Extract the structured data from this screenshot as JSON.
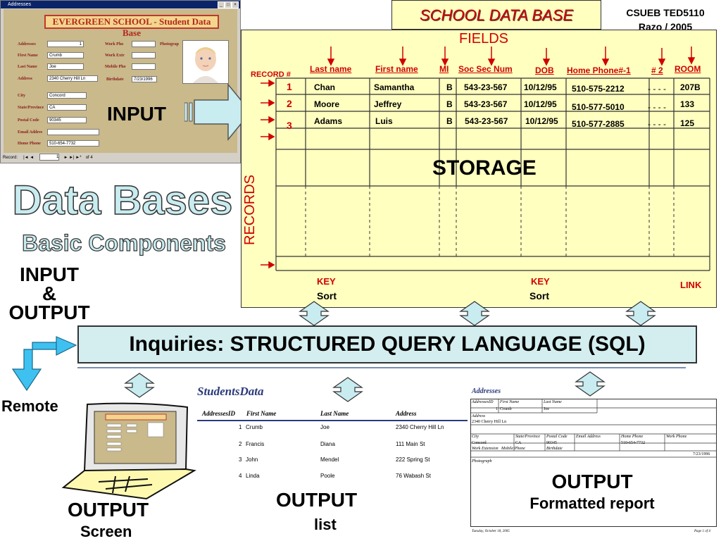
{
  "corner": {
    "line1": "CSUEB TED5110",
    "line2": "Razo / 2005"
  },
  "school_title": "SCHOOL DATA BASE",
  "fields_label": "FIELDS",
  "storage_label": "STORAGE",
  "records_label": "RECORDS",
  "record_hash": "RECORD #",
  "input_label": "INPUT",
  "left_title": {
    "line1": "Data Bases",
    "line2": "Basic Components"
  },
  "io_label": {
    "line1": "INPUT",
    "line2": "&",
    "line3": "OUTPUT"
  },
  "remote_label": "Remote",
  "columns": [
    "Last name",
    "First name",
    "MI",
    "Soc Sec Num",
    "DOB",
    "Home Phone#-1",
    "# 2",
    "ROOM"
  ],
  "rows": [
    {
      "num": "1",
      "last": "Chan",
      "first": "Samantha",
      "mi": "B",
      "ssn": "543-23-567",
      "dob": "10/12/95",
      "phone": "510-575-2212",
      "p2": "- - - -",
      "room": "207B"
    },
    {
      "num": "2",
      "last": "Moore",
      "first": "Jeffrey",
      "mi": "B",
      "ssn": "543-23-567",
      "dob": "10/12/95",
      "phone": "510-577-5010",
      "p2": "- - - -",
      "room": "133"
    },
    {
      "num": "3",
      "last": "Adams",
      "first": "Luis",
      "mi": "B",
      "ssn": "543-23-567",
      "dob": "10/12/95",
      "phone": "510-577-2885",
      "p2": "- - - -",
      "room": "125"
    }
  ],
  "key_left": {
    "key": "KEY",
    "sort": "Sort"
  },
  "key_right": {
    "key": "KEY",
    "sort": "Sort"
  },
  "link_label": "LINK",
  "sql_label": "Inquiries: STRUCTURED QUERY LANGUAGE (SQL)",
  "form": {
    "window_title": "Addresses",
    "title": "EVERGREEN SCHOOL - Student Data Base",
    "labels": {
      "addresses": "Addresses",
      "first_name": "First Name",
      "last_name": "Last Name",
      "address": "Address",
      "city": "City",
      "state": "State/Province",
      "postal": "Postal Code",
      "email": "Email Addres",
      "home_phone": "Home Phone",
      "work_pho": "Work Pho",
      "work_ext": "Work Extr",
      "mobile": "Mobile Pho",
      "birthdate": "Birthdate",
      "photo": "Photograp"
    },
    "values": {
      "addresses_id": "1",
      "first_name": "Crumb",
      "last_name": "Joe",
      "address": "2340 Cherry Hill Ln",
      "city": "Concord",
      "state": "CA",
      "postal": "90345",
      "home_phone": "510-654-7732",
      "birthdate": "7/23/1996"
    },
    "nav": {
      "record_label": "Record:",
      "current": "1",
      "of": "of 4"
    }
  },
  "list_report": {
    "title": "StudentsData",
    "headers": [
      "AddressesID",
      "First Name",
      "Last Name",
      "Address"
    ],
    "rows": [
      [
        "1",
        "Crumb",
        "Joe",
        "2340 Cherry Hill Ln"
      ],
      [
        "2",
        "Francis",
        "Diana",
        "111 Main St"
      ],
      [
        "3",
        "John",
        "Mendel",
        "222 Spring St"
      ],
      [
        "4",
        "Linda",
        "Poole",
        "76 Wabash St"
      ]
    ]
  },
  "formatted_report": {
    "title": "Addresses",
    "row1_labels": [
      "AddressesID",
      "First Name",
      "Last Name"
    ],
    "row1_values": [
      "1",
      "Crumb",
      "Joe"
    ],
    "address_label": "Address",
    "address_value": "2340 Cherry Hill Ln",
    "row3_labels": [
      "City",
      "State/Province",
      "Postal Code",
      "Email Address",
      "Home Phone",
      "Work Phone"
    ],
    "row3_values": [
      "Concord",
      "CA",
      "90345",
      "",
      "510-654-7732",
      ""
    ],
    "row4_labels": [
      "Work Extension",
      "Mobile Phone",
      "Birthdate"
    ],
    "birthdate_value": "7/23/1996",
    "photo_label": "Photograph",
    "footer_date": "Tuesday, October 18, 2005",
    "footer_page": "Page 1 of 4"
  },
  "outputs": {
    "screen": {
      "line1": "OUTPUT",
      "line2": "Screen"
    },
    "list": {
      "line1": "OUTPUT",
      "line2": "list"
    },
    "report": {
      "line1": "OUTPUT",
      "line2": "Formatted report"
    }
  },
  "colors": {
    "red": "#d00000",
    "yellow": "#ffffc0",
    "sql_bg": "#d4eef0",
    "arrow_blue": "#3ec1f0",
    "arrow_cyan": "#c8ecf0"
  }
}
